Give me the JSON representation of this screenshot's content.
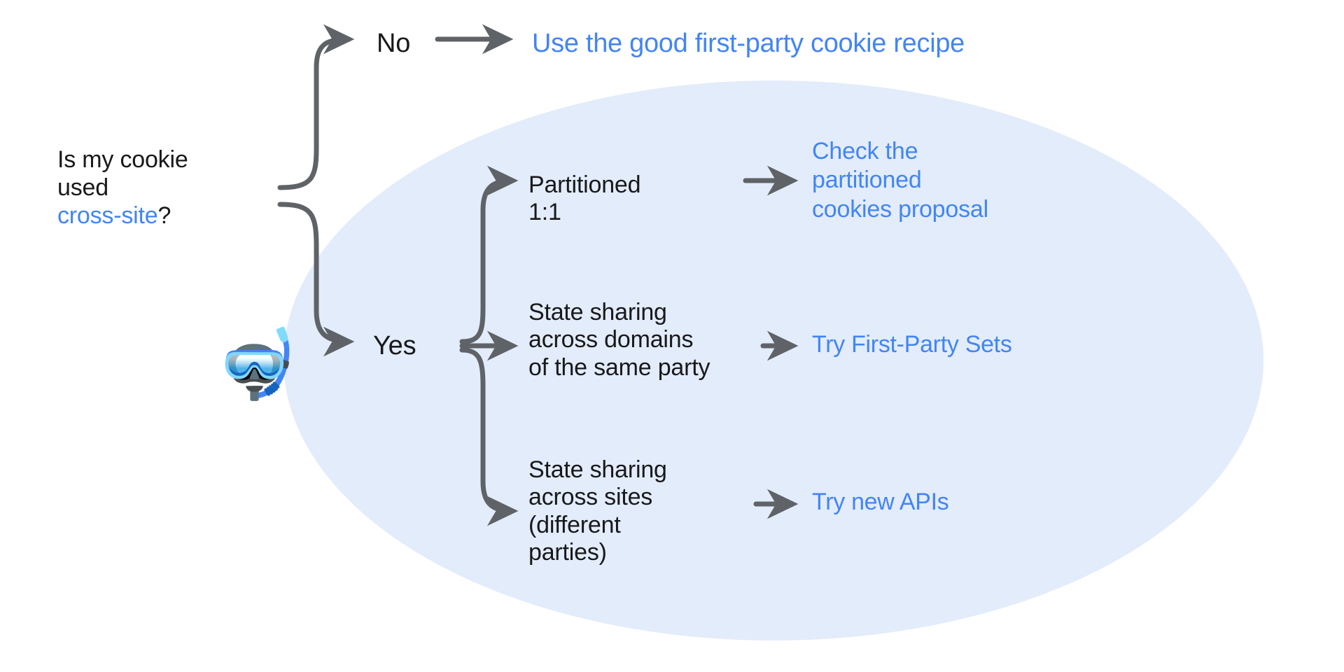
{
  "diagram": {
    "title_question": {
      "line1": "Is my cookie",
      "line2": "used",
      "highlight": "cross-site",
      "suffix": "?"
    },
    "branches": {
      "no_label": "No",
      "yes_label": "Yes"
    },
    "outcomes": {
      "no_outcome": "Use the good first-party cookie recipe",
      "partitioned_case": "Partitioned\n1:1",
      "partitioned_outcome": "Check the\npartitioned\ncookies proposal",
      "domains_case": "State sharing\nacross domains\nof the same party",
      "domains_outcome": "Try First-Party Sets",
      "sites_case": "State sharing\nacross sites\n(different\nparties)",
      "sites_outcome": "Try new APIs"
    },
    "emoji": {
      "diving_mask": "🤿"
    },
    "colors": {
      "link_blue": "#4285f4",
      "text_dark": "#18191b",
      "ellipse_fill": "#e3ecfa",
      "arrow_gray": "#5f6368",
      "background": "#ffffff"
    }
  }
}
